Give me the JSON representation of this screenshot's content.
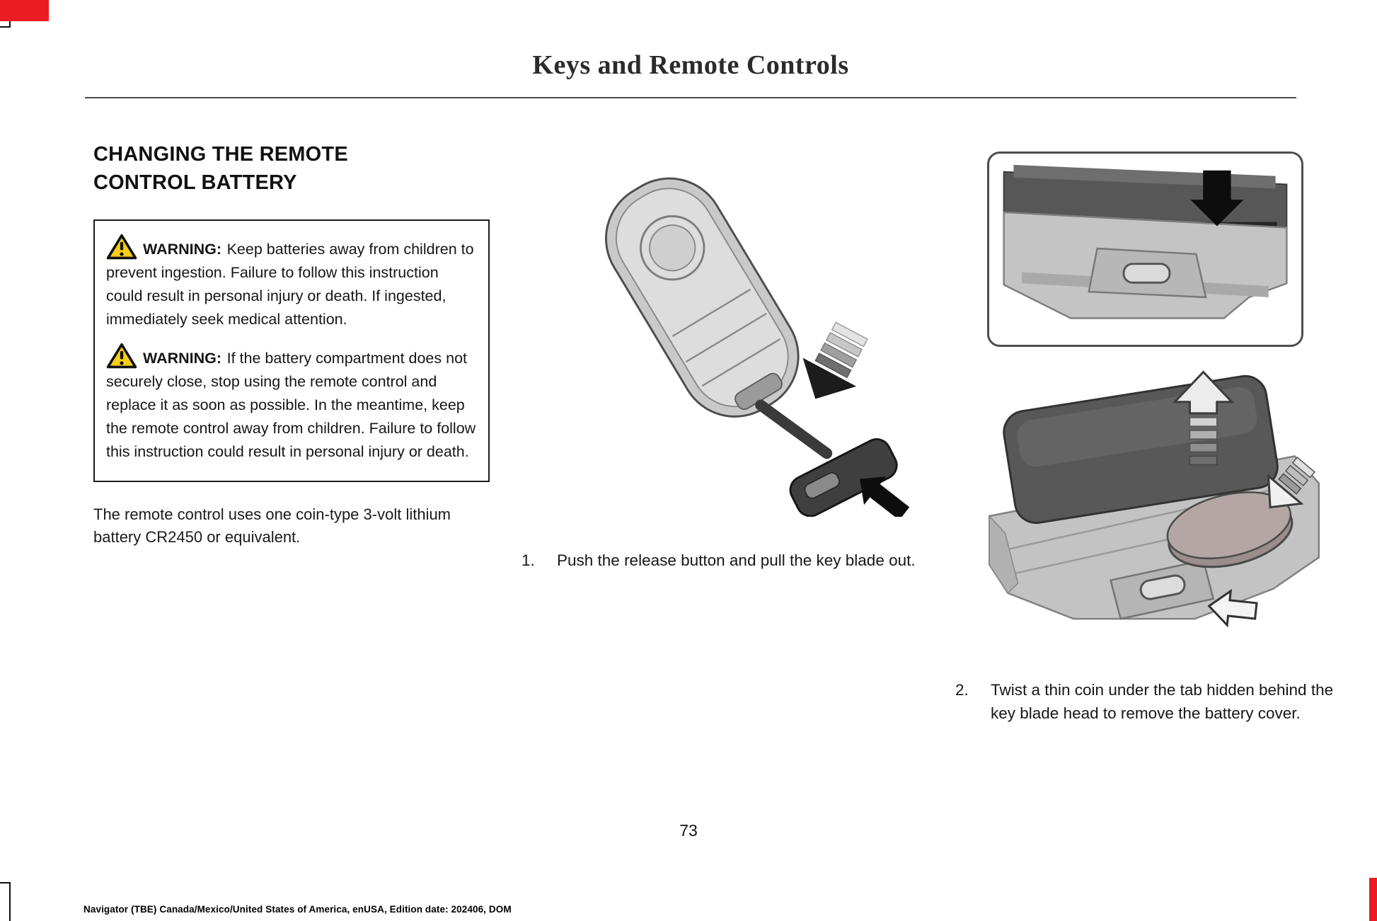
{
  "page": {
    "title": "Keys and Remote Controls",
    "page_number": "73",
    "footer_text": "Navigator (TBE) Canada/Mexico/United States of America, enUSA, Edition date: 202406, DOM"
  },
  "content": {
    "section_heading": "CHANGING THE REMOTE\nCONTROL BATTERY",
    "warnings": [
      {
        "label": "WARNING:",
        "text": "Keep batteries away from children to prevent ingestion. Failure to follow this instruction could result in personal injury or death. If ingested, immediately seek medical attention."
      },
      {
        "label": "WARNING:",
        "text": "If the battery compartment does not securely close, stop using the remote control and replace it as soon as possible. In the meantime, keep the remote control away from children. Failure to follow this instruction could result in personal injury or death."
      }
    ],
    "battery_note": "The remote control uses one coin-type 3-volt lithium battery CR2450 or equivalent.",
    "steps": [
      {
        "number": "1.",
        "text": "Push the release button and pull the key blade out."
      },
      {
        "number": "2.",
        "text": "Twist a thin coin under the tab hidden behind the key blade head to remove the battery cover."
      }
    ]
  },
  "icons": {
    "warning_icon": "warning-triangle-icon"
  },
  "colors": {
    "accent_red": "#ec1c24",
    "warning_yellow": "#f7cf17",
    "rule_gray": "#4a4a4a"
  }
}
